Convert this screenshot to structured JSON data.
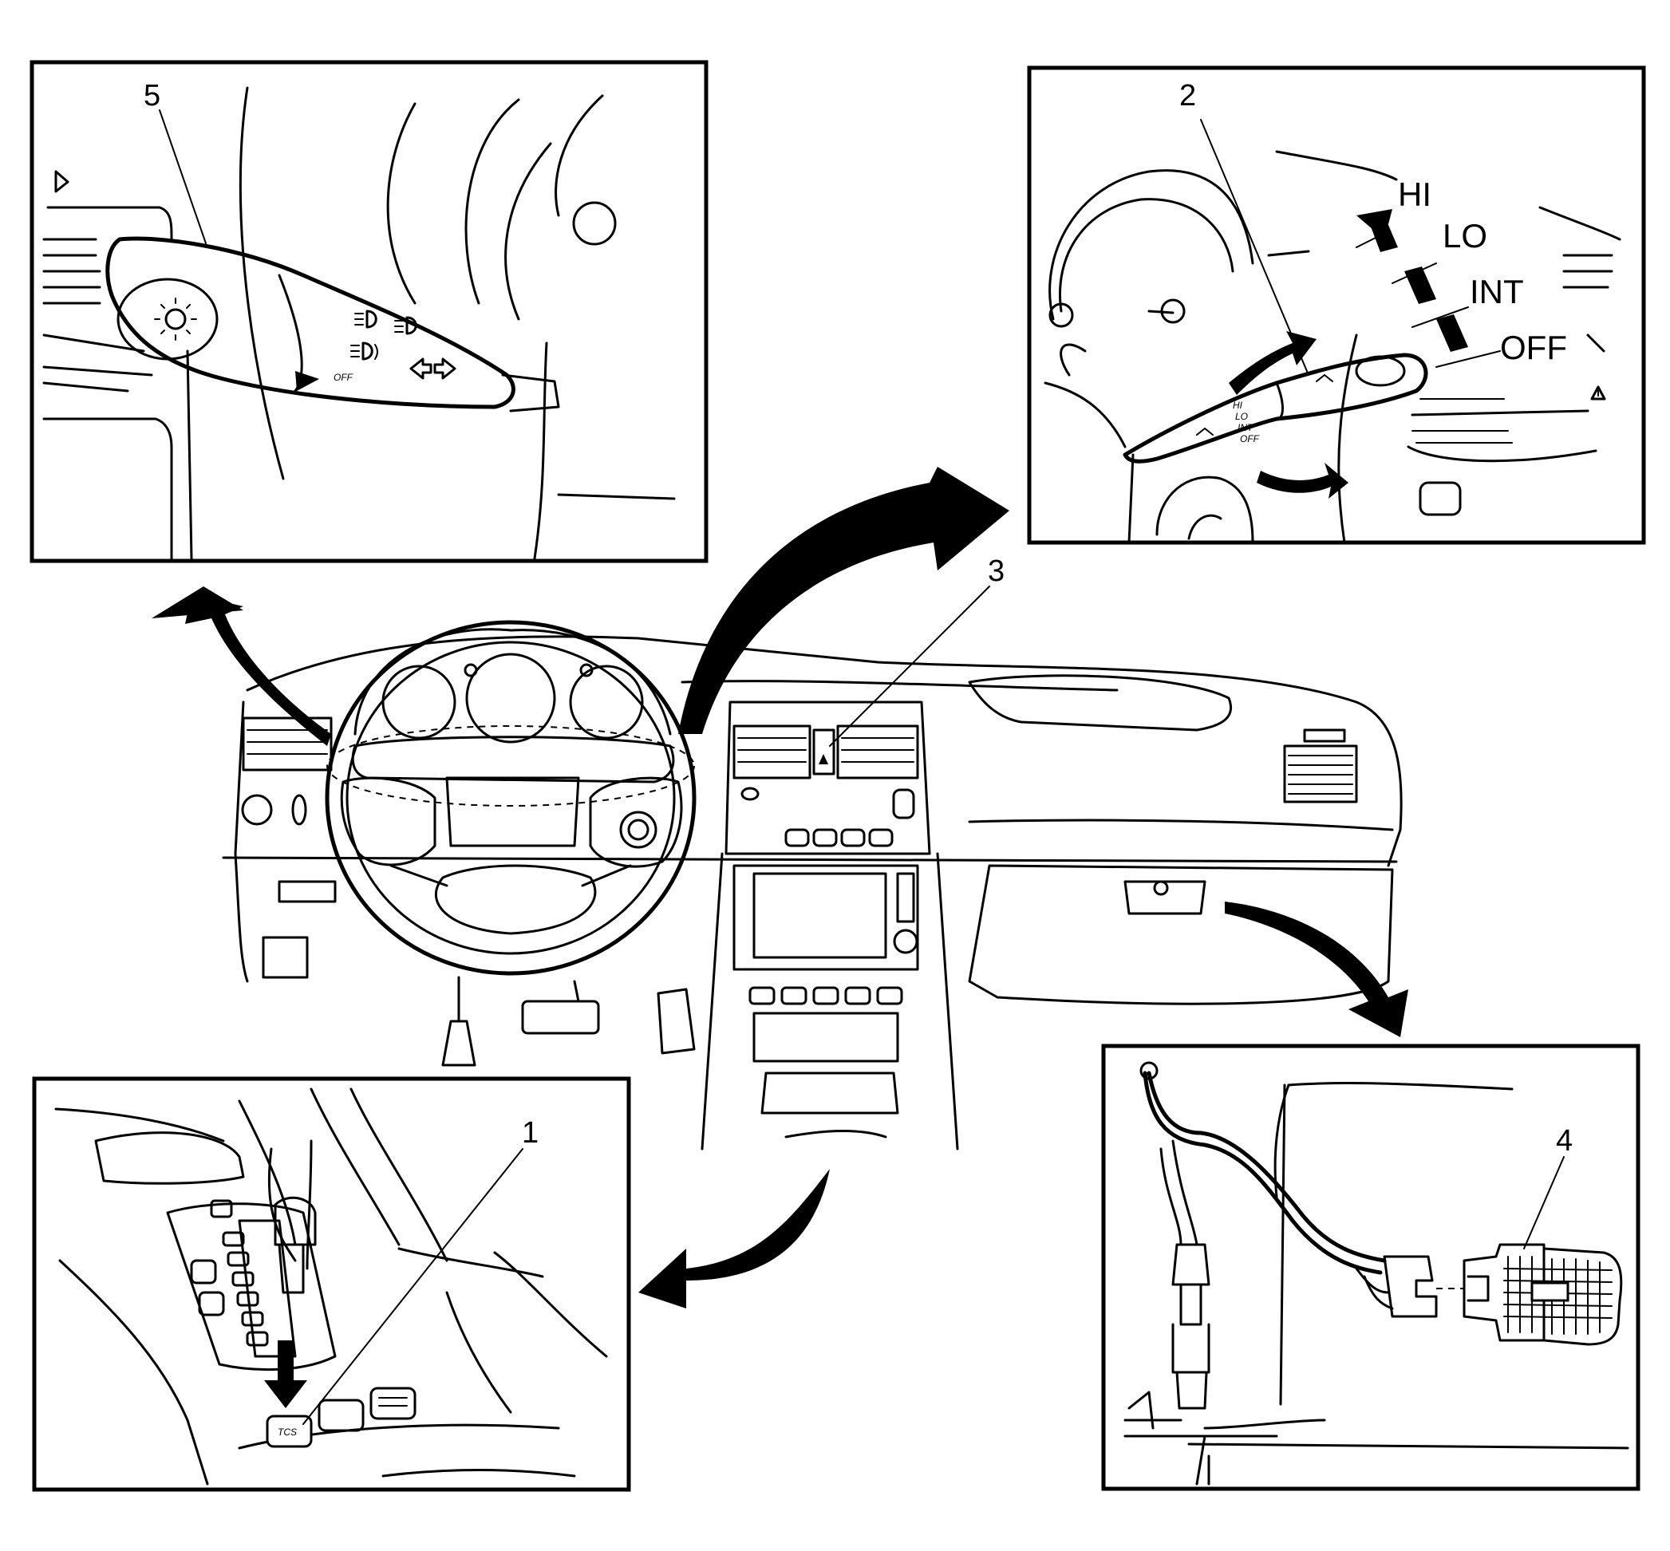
{
  "callouts": {
    "c1": "1",
    "c2": "2",
    "c3": "3",
    "c4": "4",
    "c5": "5"
  },
  "wiper_positions": [
    "HI",
    "LO",
    "INT",
    "OFF"
  ],
  "small_labels": {
    "lamp_off": "OFF",
    "tcs": "TCS",
    "stalk_hi": "HI",
    "stalk_lo": "LO",
    "stalk_int": "INT",
    "stalk_off": "OFF"
  }
}
